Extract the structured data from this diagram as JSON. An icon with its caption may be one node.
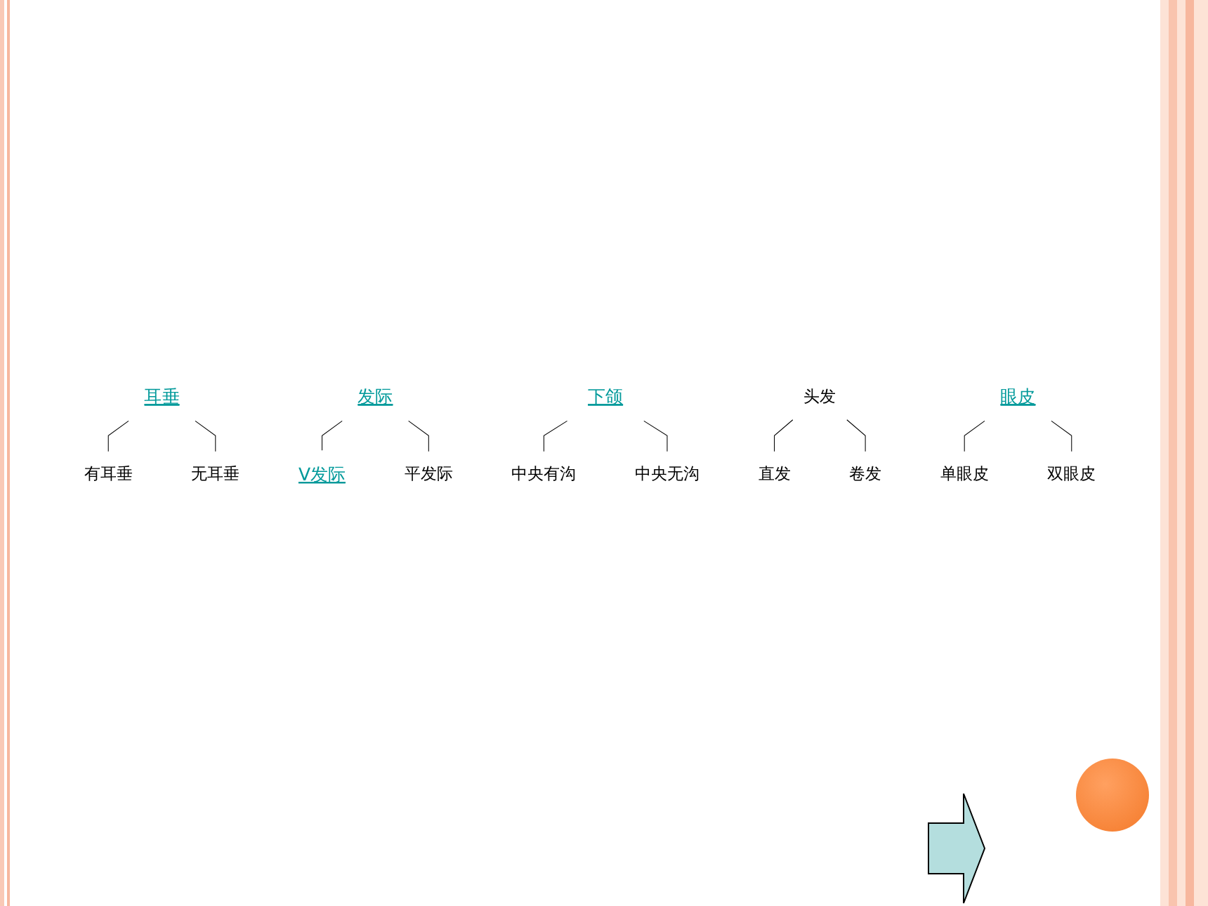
{
  "diagram": {
    "nodes": [
      {
        "text": [
          "耳垂"
        ]
      },
      {
        "text": [
          "有耳垂"
        ]
      },
      {
        "text": [
          "无耳垂"
        ]
      },
      {
        "text": [
          "发际"
        ]
      },
      {
        "text": [
          "V发际"
        ]
      },
      {
        "text": [
          "平发际"
        ]
      },
      {
        "text": [
          "下颌"
        ]
      },
      {
        "text": [
          "中央有沟"
        ]
      },
      {
        "text": [
          "中央无沟"
        ]
      },
      {
        "text": [
          "头发"
        ]
      },
      {
        "text": [
          "直发"
        ]
      },
      {
        "text": [
          "卷发"
        ]
      },
      {
        "text": [
          "眼皮"
        ]
      },
      {
        "text": [
          "单眼皮"
        ]
      },
      {
        "text": [
          "双眼皮"
        ]
      }
    ],
    "edges": [
      {
        "from": 0,
        "to": 1,
        "arrow": "none"
      },
      {
        "from": 0,
        "to": 2,
        "arrow": "none"
      },
      {
        "from": 3,
        "to": 4,
        "arrow": "none"
      },
      {
        "from": 3,
        "to": 5,
        "arrow": "none"
      },
      {
        "from": 6,
        "to": 7,
        "arrow": "none"
      },
      {
        "from": 6,
        "to": 8,
        "arrow": "none"
      },
      {
        "from": 9,
        "to": 10,
        "arrow": "none"
      },
      {
        "from": 9,
        "to": 11,
        "arrow": "none"
      },
      {
        "from": 12,
        "to": 13,
        "arrow": "none"
      },
      {
        "from": 12,
        "to": 14,
        "arrow": "none"
      }
    ]
  }
}
